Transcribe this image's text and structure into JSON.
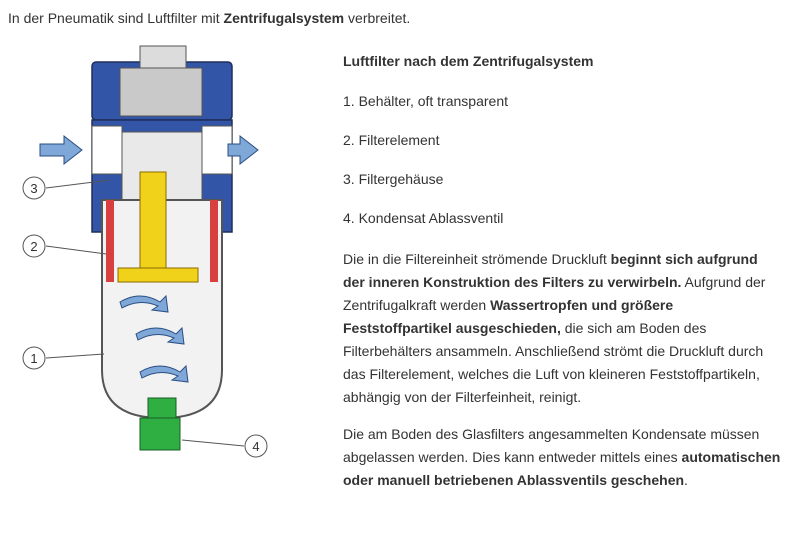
{
  "intro": {
    "prefix": "In der Pneumatik sind Luftfilter mit ",
    "bold": "Zentrifugalsystem",
    "suffix": " verbreitet."
  },
  "figure": {
    "callouts": [
      "1",
      "2",
      "3",
      "4"
    ],
    "colors": {
      "body": "#3355a8",
      "bowl_wall": "#d84040",
      "element": "#f1d21a",
      "valve": "#2fae42",
      "arrows": "#7fa7d8"
    }
  },
  "section": {
    "heading": "Luftfilter nach dem Zentrifugalsystem",
    "items": [
      "1. Behälter, oft transparent",
      "2. Filterelement",
      "3. Filtergehäuse",
      "4. Kondensat Ablassventil"
    ],
    "para1": {
      "t1": "Die in die Filtereinheit strömende Druckluft ",
      "b1": "beginnt sich aufgrund der inneren Konstruktion des Filters zu verwirbeln.",
      "t2": " Aufgrund der Zentrifugalkraft werden ",
      "b2": "Wassertropfen und größere Feststoffpartikel ausgeschieden,",
      "t3": " die sich am Boden des Filterbehälters ansammeln.  Anschließend strömt die Druckluft durch das Filterelement, welches die Luft von kleineren Feststoffpartikeln, abhängig von der Filterfeinheit, reinigt."
    },
    "para2": {
      "t1": "Die am Boden des Glasfilters angesammelten Kondensate müssen abgelassen werden. Dies kann entweder mittels eines ",
      "b1": "automatischen oder manuell betriebenen Ablassventils geschehen",
      "t2": "."
    }
  }
}
